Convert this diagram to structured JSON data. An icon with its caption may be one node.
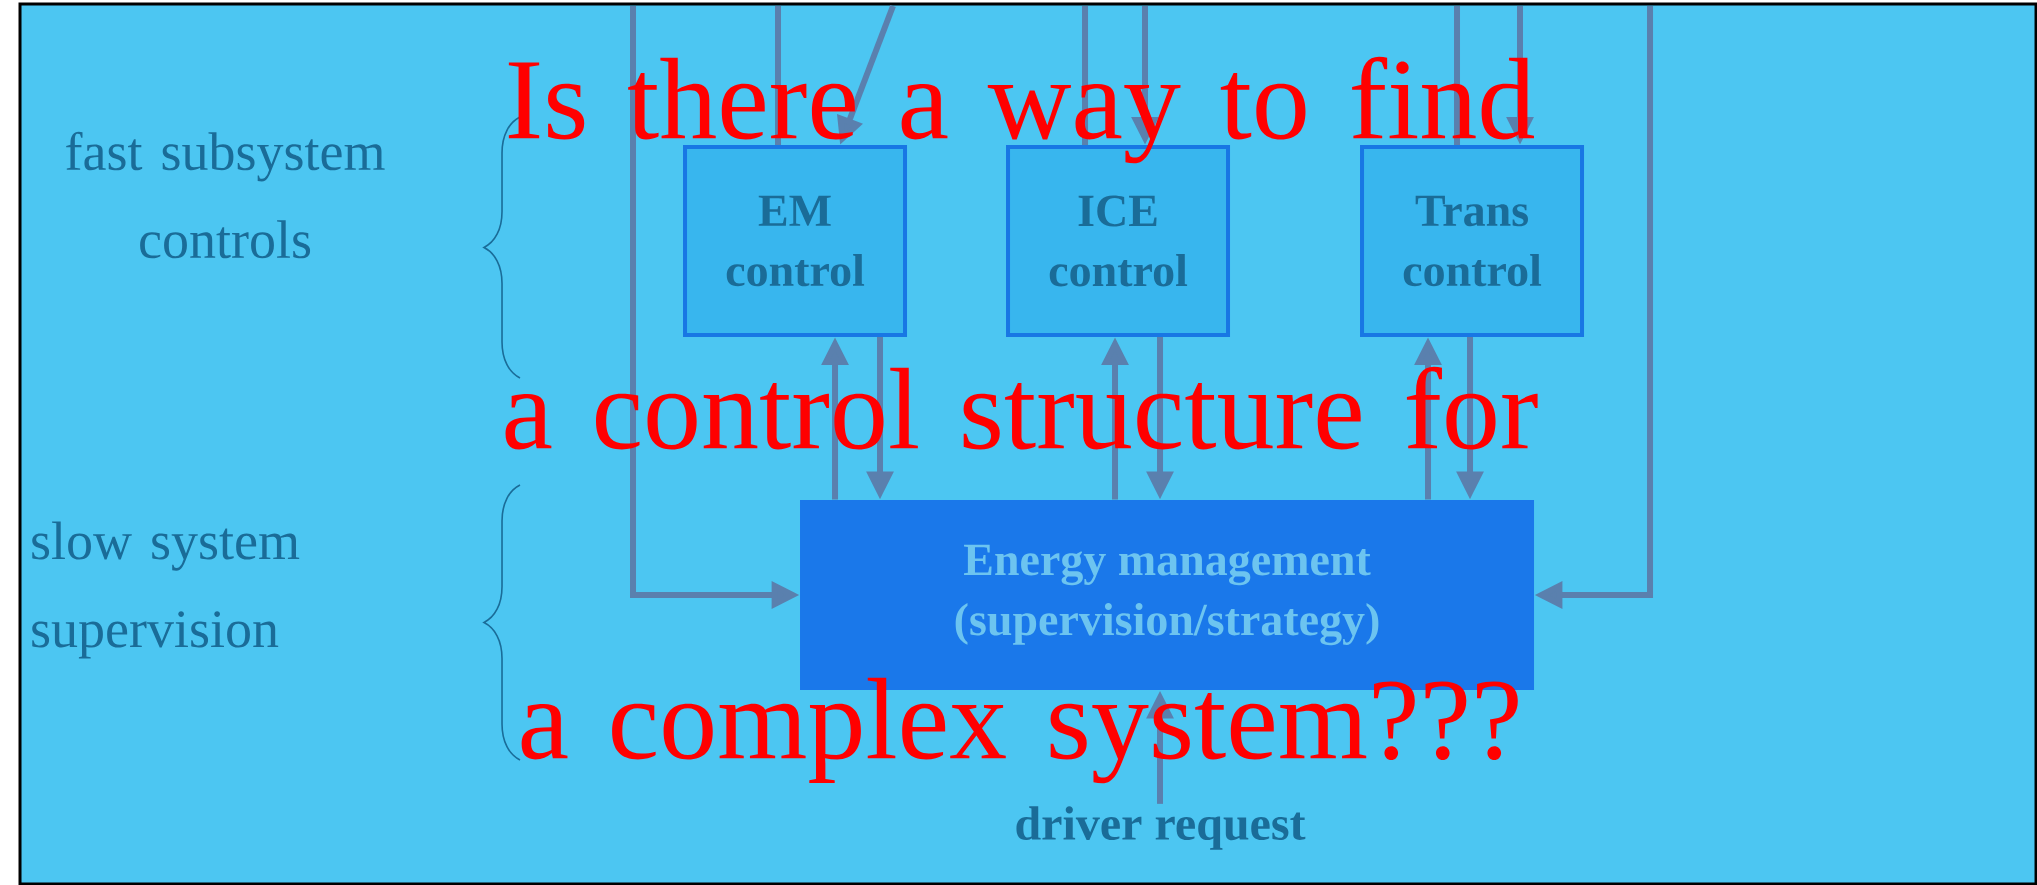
{
  "diagram": {
    "nodes": [
      {
        "text": [
          "EM control"
        ]
      },
      {
        "text": [
          "ICE control"
        ]
      },
      {
        "text": [
          "Trans control"
        ]
      },
      {
        "text": [
          "Energy management",
          "(supervision/strategy)"
        ]
      },
      {
        "text": [
          "driver request"
        ]
      }
    ],
    "edges": [
      {
        "from": null,
        "to": 3,
        "arrow": "to"
      },
      {
        "from": null,
        "to": 3,
        "arrow": "to"
      },
      {
        "from": 0,
        "to": null,
        "arrow": "none"
      },
      {
        "from": null,
        "to": 0,
        "arrow": "to"
      },
      {
        "from": 1,
        "to": null,
        "arrow": "none"
      },
      {
        "from": null,
        "to": 1,
        "arrow": "to"
      },
      {
        "from": 2,
        "to": null,
        "arrow": "none"
      },
      {
        "from": null,
        "to": 2,
        "arrow": "to"
      },
      {
        "from": 3,
        "to": 0,
        "arrow": "to"
      },
      {
        "from": 0,
        "to": 3,
        "arrow": "to"
      },
      {
        "from": 3,
        "to": 1,
        "arrow": "to"
      },
      {
        "from": 1,
        "to": 3,
        "arrow": "to"
      },
      {
        "from": 3,
        "to": 2,
        "arrow": "to"
      },
      {
        "from": 2,
        "to": 3,
        "arrow": "to"
      },
      {
        "from": 4,
        "to": 3,
        "arrow": "to"
      }
    ],
    "labels": [
      "fast subsystem controls",
      "slow system supervision",
      "Is there a way to find a control structure for a complex system???"
    ]
  }
}
